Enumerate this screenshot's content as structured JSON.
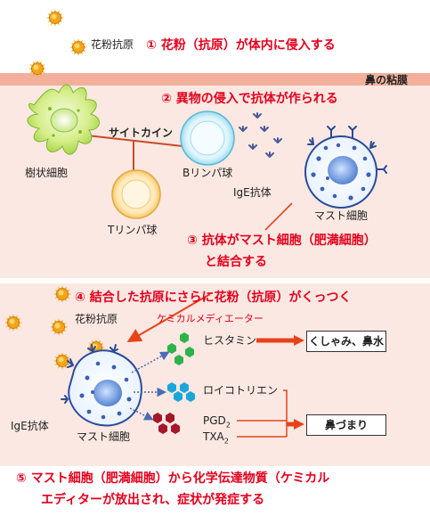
{
  "pollen_label_top": "花粉抗原",
  "step1": "① 花粉（抗原）が体内に侵入する",
  "nasal_mucosa": "鼻の粘膜",
  "step2": "② 異物の侵入で抗体が作られる",
  "cytokine": "サイトカイン",
  "dendritic_cell": "樹状細胞",
  "b_cell": "Bリンパ球",
  "t_cell": "Tリンパ球",
  "ige_antibody": "IgE抗体",
  "mast_cell": "マスト細胞",
  "step3_line1": "③ 抗体がマスト細胞（肥満細胞）",
  "step3_line2": "と結合する",
  "step4": "④ 結合した抗原にさらに花粉（抗原）がくっつく",
  "pollen_label_lower": "花粉抗原",
  "chemical_mediator": "ケミカルメディエーター",
  "histamine": "ヒスタミン",
  "leukotriene": "ロイコトリエン",
  "pgd2": "PGD",
  "pgd2_sub": "2",
  "txa2": "TXA",
  "txa2_sub": "2",
  "symptom1": "くしゃみ、鼻水",
  "symptom2": "鼻づまり",
  "ige_antibody_lower": "IgE抗体",
  "mast_cell_lower": "マスト細胞",
  "step5_line1": "⑤ マスト細胞（肥満細胞）から化学伝達物質（ケミカル",
  "step5_line2": "エディターが放出され、症状が発症する",
  "colors": {
    "step_text": "#e4001c",
    "arrow": "#e8421a",
    "mucosa_band": "#f2b09a",
    "tissue": "#fbe8e2",
    "pollen": "#f2a516",
    "histamine_green": "#2fb24a",
    "leukotriene_blue": "#1aa6d8",
    "pgd_red": "#a3182c",
    "antibody": "#4a5a9a"
  }
}
